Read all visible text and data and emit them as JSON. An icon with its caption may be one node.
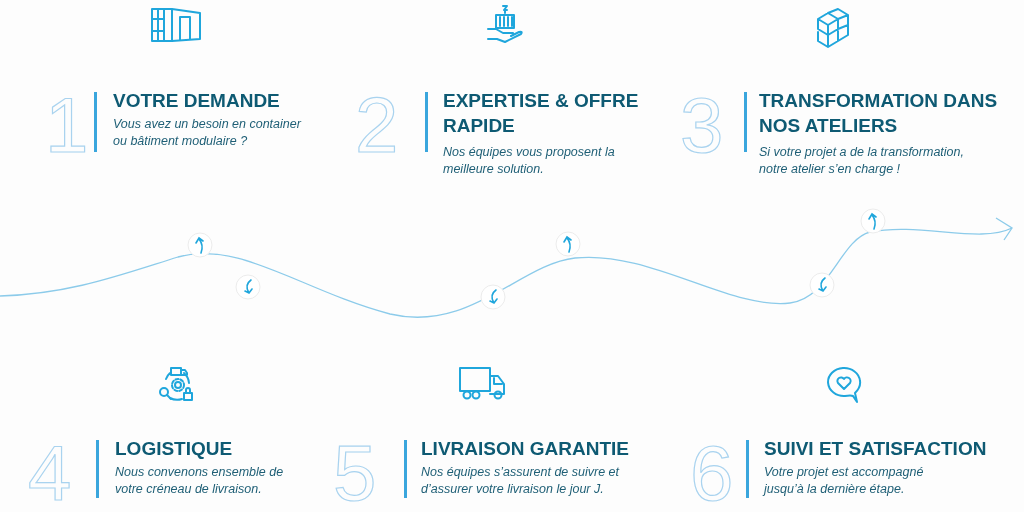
{
  "diagram": {
    "labels": [
      "1",
      "VOTRE DEMANDE",
      "Vous avez un besoin en container ou bâtiment modulaire ?",
      "2",
      "EXPERTISE & OFFRE RAPIDE",
      "Nos équipes vous proposent la meilleure solution.",
      "3",
      "TRANSFORMATION DANS NOS ATELIERS",
      "Si votre projet a de la transformation, notre atelier s’en charge !",
      "4",
      "LOGISTIQUE",
      "Nous convenons ensemble de votre créneau de livraison.",
      "5",
      "LIVRAISON GARANTIE",
      "Nos équipes s’assurent de suivre et d’assurer votre livraison le jour J.",
      "6",
      "SUIVI ET SATISFACTION",
      "Votre projet est accompagné jusqu’à la dernière étape."
    ]
  }
}
